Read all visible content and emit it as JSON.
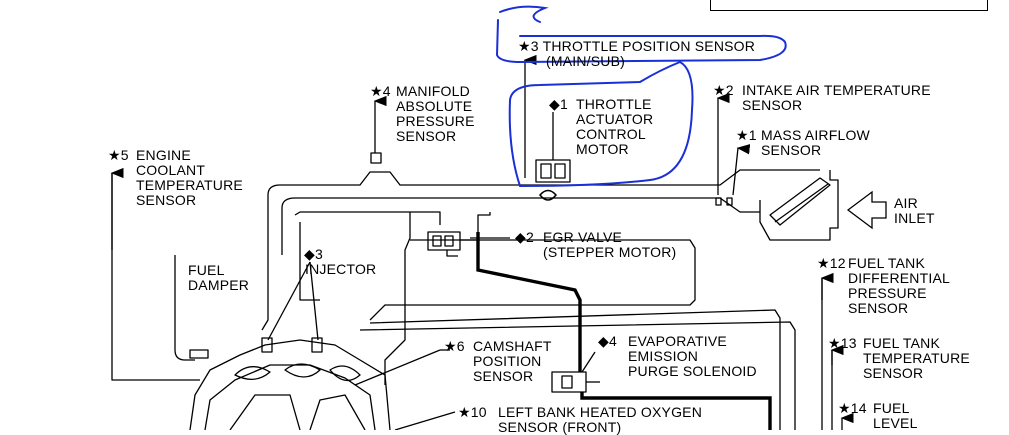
{
  "labels": {
    "tps": "THROTTLE POSITION SENSOR",
    "tps_sub": "(MAIN/SUB)",
    "map": "MANIFOLD\nABSOLUTE\nPRESSURE\nSENSOR",
    "iat": "INTAKE AIR TEMPERATURE\nSENSOR",
    "tac": "THROTTLE\nACTUATOR\nCONTROL\nMOTOR",
    "maf": "MASS AIRFLOW\nSENSOR",
    "ect": "ENGINE\nCOOLANT\nTEMPERATURE\nSENSOR",
    "air": "AIR\nINLET",
    "egr": "EGR VALVE\n(STEPPER MOTOR)",
    "fuel_damper": "FUEL\nDAMPER",
    "injector": "INJECTOR",
    "ftdp": "FUEL TANK\nDIFFERENTIAL\nPRESSURE\nSENSOR",
    "cmp": "CAMSHAFT\nPOSITION\nSENSOR",
    "evap": "EVAPORATIVE\nEMISSION\nPURGE SOLENOID",
    "ftt": "FUEL TANK\nTEMPERATURE\nSENSOR",
    "lbho2": "LEFT BANK HEATED OXYGEN\nSENSOR (FRONT)",
    "fuel_level": "FUEL\nLEVEL"
  },
  "markers": {
    "tps": "★3",
    "map": "★4",
    "iat": "★2",
    "tac": "◆1",
    "maf": "★1",
    "ect": "★5",
    "egr": "◆2",
    "injector": "◆3",
    "ftdp": "★12",
    "cmp": "★6",
    "evap": "◆4",
    "ftt": "★13",
    "lbho2": "★10",
    "fuel_level": "★14"
  },
  "colors": {
    "line": "#000000",
    "annotation": "#1a2fd6",
    "background": "#ffffff"
  }
}
